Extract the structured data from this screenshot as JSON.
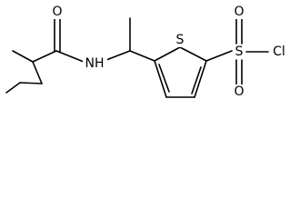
{
  "molecule": {
    "labels": {
      "o_amide": "O",
      "nh": "NH",
      "s_ring": "S",
      "s_sulfonyl": "S",
      "o_sulfonyl_top": "O",
      "o_sulfonyl_bottom": "O",
      "cl": "Cl"
    }
  },
  "colors": {
    "bond": "#000000",
    "text": "#000000",
    "background": "#ffffff"
  }
}
